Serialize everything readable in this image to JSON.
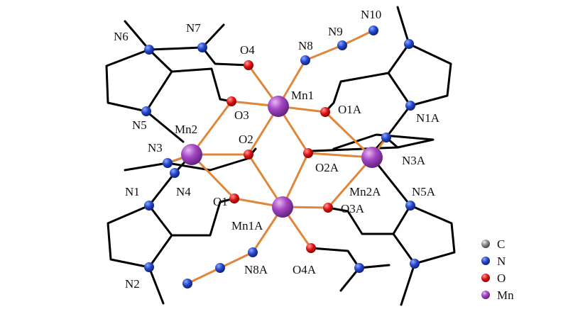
{
  "colors": {
    "C": "#8a8a8a",
    "N": "#2040b8",
    "O": "#dd1111",
    "Mn": "#9a3fb5",
    "bond": "#e08a3c",
    "skeleton": "#000000"
  },
  "atom_labels": {
    "N1": "N1",
    "N2": "N2",
    "N3": "N3",
    "N4": "N4",
    "N5": "N5",
    "N6": "N6",
    "N7": "N7",
    "N8": "N8",
    "N9": "N9",
    "N10": "N10",
    "O1": "O1",
    "O2": "O2",
    "O3": "O3",
    "O4": "O4",
    "Mn1": "Mn1",
    "Mn2": "Mn2",
    "Mn1A": "Mn1A",
    "Mn2A": "Mn2A",
    "O1A": "O1A",
    "O2A": "O2A",
    "O3A": "O3A",
    "O4A": "O4A",
    "N1A": "N1A",
    "N3A": "N3A",
    "N5A": "N5A",
    "N8A": "N8A"
  },
  "legend": [
    {
      "element": "C",
      "label": "C"
    },
    {
      "element": "N",
      "label": "N"
    },
    {
      "element": "O",
      "label": "O"
    },
    {
      "element": "Mn",
      "label": "Mn"
    }
  ]
}
